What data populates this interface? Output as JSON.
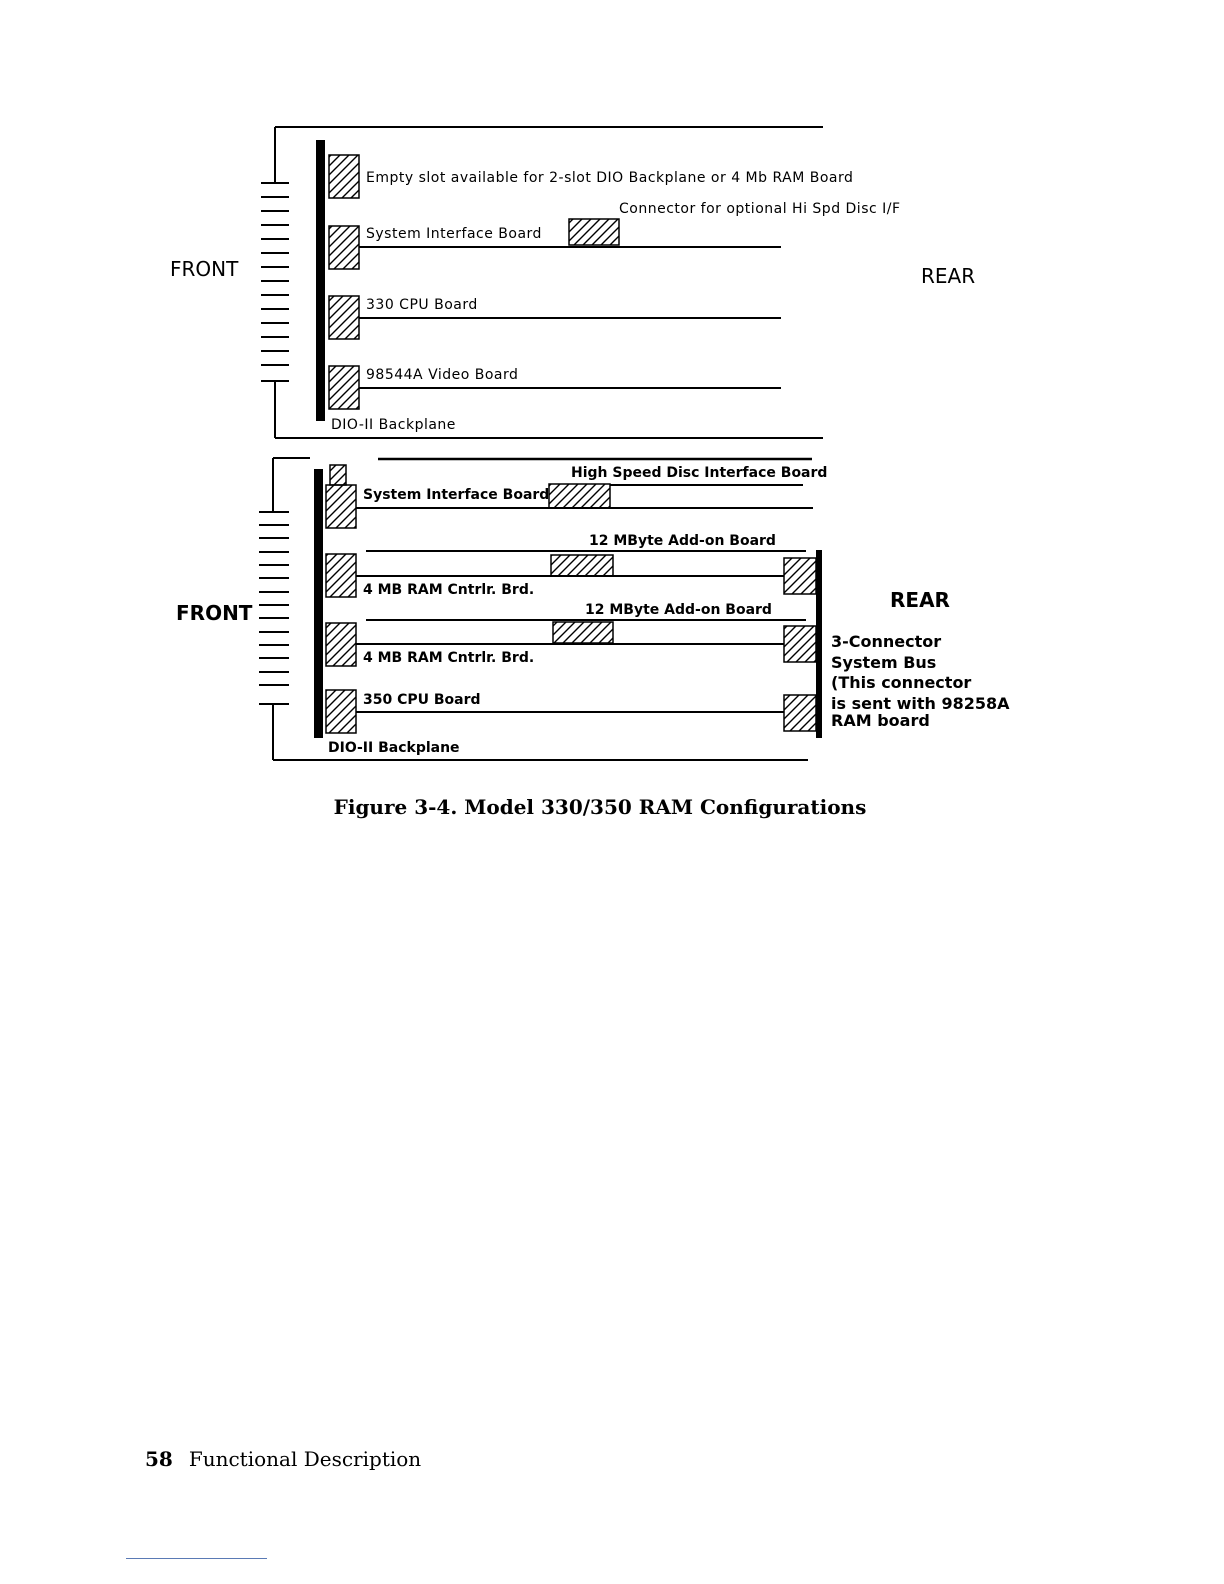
{
  "diagram_330": {
    "front": "FRONT",
    "rear": "REAR",
    "empty_slot": "Empty slot available for 2-slot DIO Backplane or 4 Mb RAM Board",
    "connector": "Connector for optional Hi Spd Disc I/F",
    "system_interface": "System Interface Board",
    "cpu": "330 CPU Board",
    "video": "98544A Video Board",
    "backplane": "DIO-II Backplane"
  },
  "diagram_350": {
    "front": "FRONT",
    "rear": "REAR",
    "hsdi": "High Speed Disc Interface Board",
    "system_interface": "System Interface Board",
    "addon_1": "12 MByte Add-on Board",
    "ram_ctrl_1": "4 MB RAM Cntrlr. Brd.",
    "addon_2": "12 MByte Add-on Board",
    "ram_ctrl_2": "4 MB RAM Cntrlr. Brd.",
    "cpu": "350 CPU Board",
    "backplane": "DIO-II Backplane",
    "bus_note": [
      "3-Connector",
      "System Bus",
      "(This connector",
      "is sent with 98258A",
      "RAM board"
    ]
  },
  "caption": "Figure 3-4. Model 330/350 RAM Configurations",
  "footer": {
    "page_number": "58",
    "section": "Functional Description"
  }
}
